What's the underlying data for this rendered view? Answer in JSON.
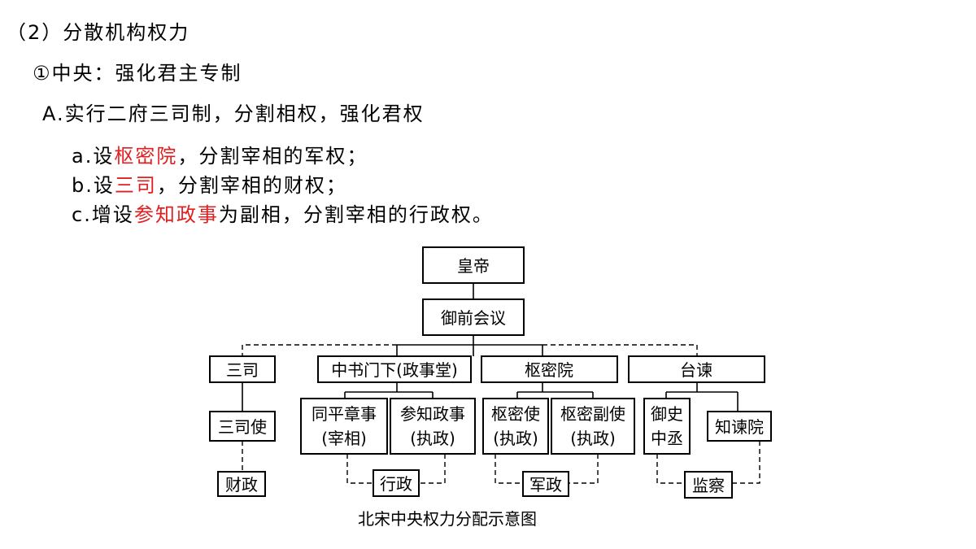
{
  "heading": "（2）分散机构权力",
  "subheading": "①中央：强化君主专制",
  "point_a": "A.实行二府三司制，分割相权，强化君权",
  "items": [
    {
      "prefix": "a.设",
      "highlight": "枢密院",
      "suffix": "，分割宰相的军权；"
    },
    {
      "prefix": "b.设",
      "highlight": "三司",
      "suffix": "，分割宰相的财权；"
    },
    {
      "prefix": "c.增设",
      "highlight": "参知政事",
      "suffix": "为副相，分割宰相的行政权。"
    }
  ],
  "highlight_color": "#e02020",
  "diagram": {
    "emperor": "皇帝",
    "council": "御前会议",
    "sansi": "三司",
    "zhongshu": "中书门下(政事堂)",
    "shumi": "枢密院",
    "taijian": "台谏",
    "sansi_shi": "三司使",
    "tongping_l1": "同平章事",
    "tongping_l2": "(宰相)",
    "canzhi_l1": "参知政事",
    "canzhi_l2": "(执政)",
    "shumishi_l1": "枢密使",
    "shumishi_l2": "(执政)",
    "shumifushi_l1": "枢密副使",
    "shumifushi_l2": "(执政)",
    "yushi_l1": "御史",
    "yushi_l2": "中丞",
    "zhijian": "知谏院",
    "caizheng": "财政",
    "xingzheng": "行政",
    "junzheng": "军政",
    "jiancha": "监察"
  },
  "caption": "北宋中央权力分配示意图"
}
